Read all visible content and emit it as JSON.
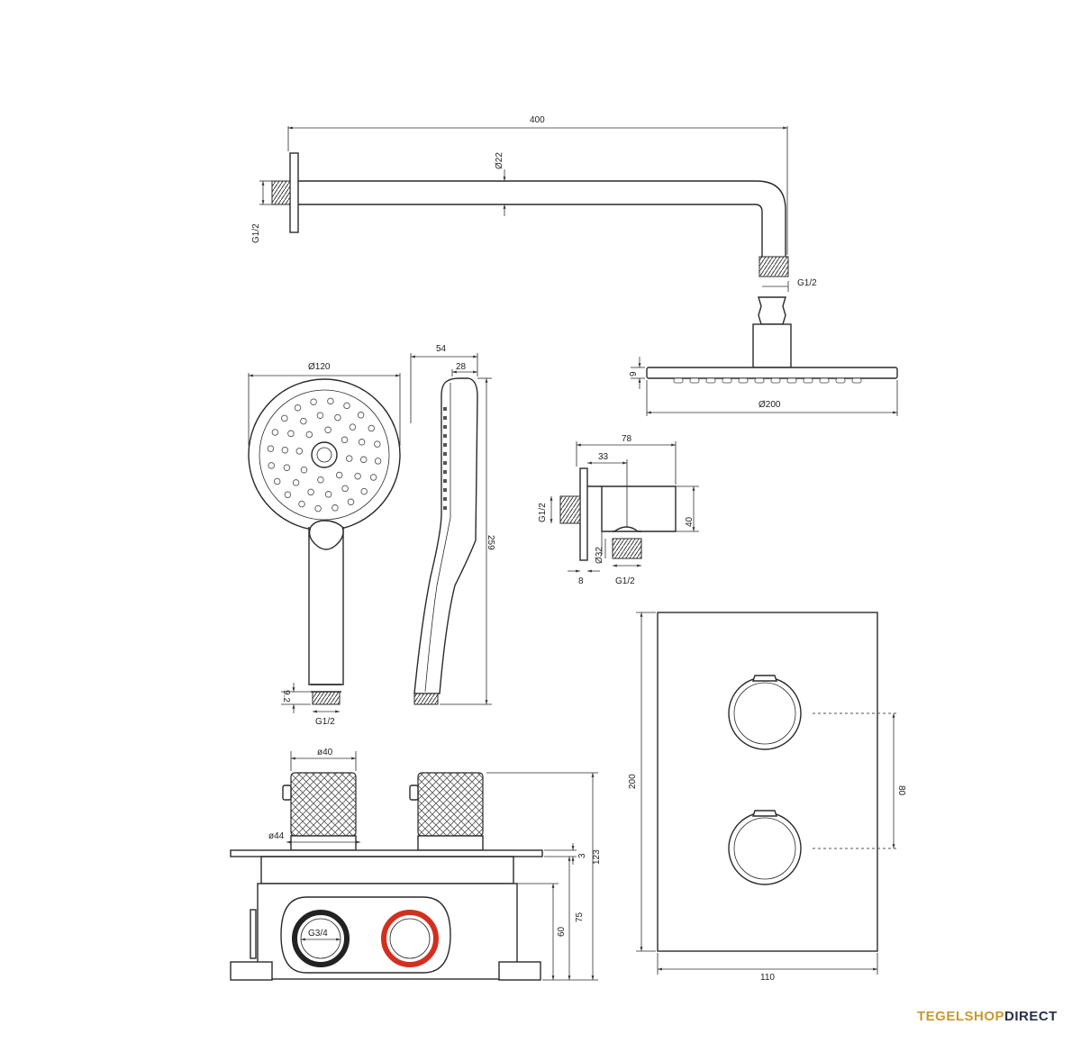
{
  "brand": {
    "part1": "TEGELSHOP",
    "part2": "DIRECT",
    "color1": "#c69a2e",
    "color2": "#2a2f4a"
  },
  "dimensions": {
    "arm_length": "400",
    "arm_diameter": "Ø22",
    "arm_wall_thread": "G1/2",
    "arm_end_thread": "G1/2",
    "head_height": "9",
    "head_diameter": "Ø200",
    "hand_diameter": "Ø120",
    "hand_depth": "54",
    "hand_depth_front": "28",
    "hand_length": "259",
    "hand_thread_len": "9.2",
    "hand_thread": "G1/2",
    "elbow_width": "78",
    "elbow_offset": "33",
    "elbow_height": "40",
    "elbow_wall_thread": "G1/2",
    "elbow_diameter": "Ø32",
    "elbow_plate": "8",
    "elbow_out_thread": "G1/2",
    "knob_diameter": "ø40",
    "rosette_diameter": "ø44",
    "box_height_total": "123",
    "box_height_75": "75",
    "box_height_60": "60",
    "plate_thickness": "3",
    "inlet_thread": "G3/4",
    "panel_height": "200",
    "panel_width": "110",
    "knob_spacing": "80"
  },
  "colors": {
    "line": "#2a2a2a",
    "cold_inlet": "#222222",
    "hot_inlet": "#d32f1f"
  }
}
